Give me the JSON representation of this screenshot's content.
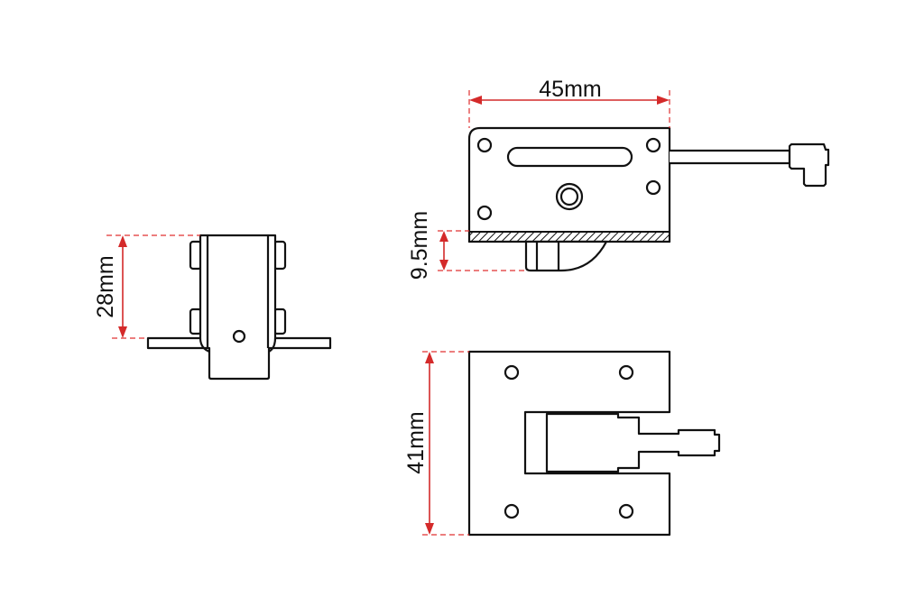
{
  "dimensions": {
    "width_label": "45mm",
    "thickness_label": "9.5mm",
    "side_height_label": "28mm",
    "depth_label": "41mm"
  },
  "colors": {
    "dimension": "#d42a2a",
    "outline": "#111111"
  }
}
